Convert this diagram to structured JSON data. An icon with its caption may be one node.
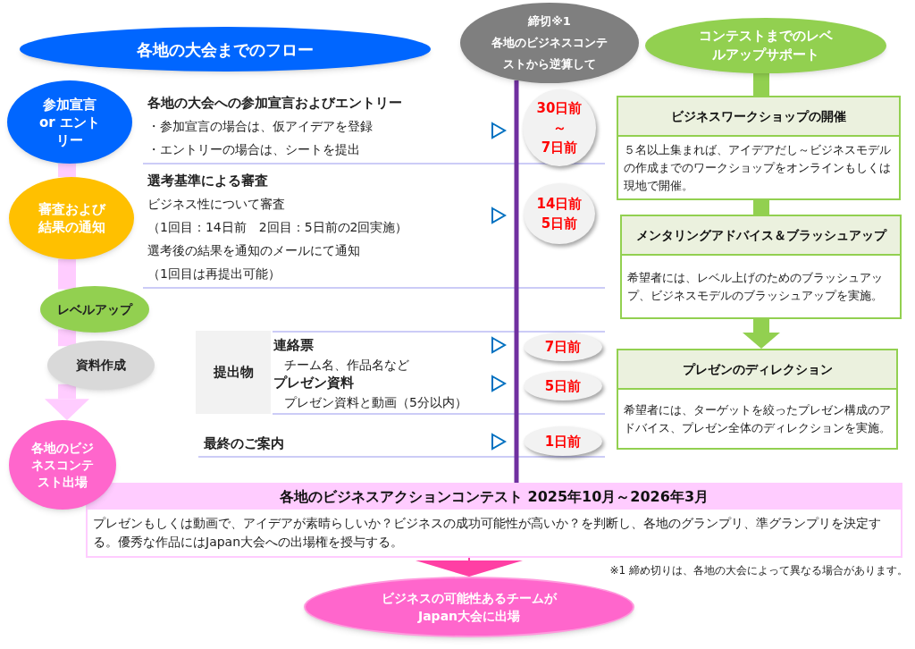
{
  "diagram": {
    "nodes": [
      {
        "text": [
          "各地の大会までのフロー"
        ]
      },
      {
        "text": [
          "締切※1",
          "各地のビジネスコンテストから逆算して"
        ]
      },
      {
        "text": [
          "コンテストまでのレベルアップサポート"
        ]
      },
      {
        "text": [
          "参加宣言 or エントリー"
        ]
      },
      {
        "text": [
          "審査および結果の通知"
        ]
      },
      {
        "text": [
          "レベルアップ"
        ]
      },
      {
        "text": [
          "資料作成"
        ]
      },
      {
        "text": [
          "各地のビジネスコンテスト出場"
        ]
      },
      {
        "text": [
          "30日前",
          "～",
          "7日前"
        ]
      },
      {
        "text": [
          "14日前",
          "5日前"
        ]
      },
      {
        "text": [
          "7日前"
        ]
      },
      {
        "text": [
          "5日前"
        ]
      },
      {
        "text": [
          "1日前"
        ]
      },
      {
        "text": [
          "ビジネスワークショップの開催",
          "５名以上集まれば、アイデアだし～ビジネスモデルの作成までのワークショップをオンラインもしくは現地で開催。"
        ]
      },
      {
        "text": [
          "メンタリングアドバイス＆ブラッシュアップ",
          "希望者には、レベル上げのためのブラッシュアップ、ビジネスモデルのブラッシュアップを実施。"
        ]
      },
      {
        "text": [
          "プレゼンのディレクション",
          "希望者には、ターゲットを絞ったプレゼン構成のアドバイス、プレゼン全体のディレクションを実施。"
        ]
      },
      {
        "text": [
          "各地のビジネスアクションコンテスト 2025年10月～2026年3月",
          "プレゼンもしくは動画で、アイデアが素晴らしいか？ビジネスの成功可能性が高いか？を判断し、各地のグランプリ、準グランプリを決定する。優秀な作品にはJapan大会への出場権を授与する。"
        ]
      },
      {
        "text": [
          "ビジネスの可能性あるチームがJapan大会に出場"
        ]
      },
      {
        "text": [
          "提出物"
        ]
      }
    ],
    "edges": [
      {
        "from": 3,
        "to": 4,
        "arrow": "none"
      },
      {
        "from": 4,
        "to": 5,
        "arrow": "none"
      },
      {
        "from": 5,
        "to": 6,
        "arrow": "none"
      },
      {
        "from": 6,
        "to": 7,
        "arrow": "to"
      },
      {
        "from": 1,
        "to": 16,
        "arrow": "none",
        "color": "#7030a0"
      },
      {
        "from": 2,
        "to": 13,
        "arrow": "none",
        "color": "#92d050"
      },
      {
        "from": 13,
        "to": 14,
        "arrow": "none",
        "color": "#92d050"
      },
      {
        "from": 14,
        "to": 15,
        "arrow": "to",
        "color": "#92d050"
      },
      {
        "from": 16,
        "to": 17,
        "arrow": "to",
        "color": "#ff3fa4"
      }
    ],
    "labels": [
      "各地の大会への参加宣言およびエントリー",
      "・参加宣言の場合は、仮アイデアを登録",
      "・エントリーの場合は、シートを提出",
      "選考基準による審査",
      "ビジネス性について審査",
      "（1回目：14日前　2回目：5日前の2回実施）",
      "選考後の結果を通知のメールにて通知",
      "（1回目は再提出可能）",
      "連絡票",
      "チーム名、作品名など",
      "プレゼン資料",
      "プレゼン資料と動画（5分以内）",
      "最終のご案内",
      "※1 締め切りは、各地の大会によって異なる場合があります。"
    ]
  }
}
